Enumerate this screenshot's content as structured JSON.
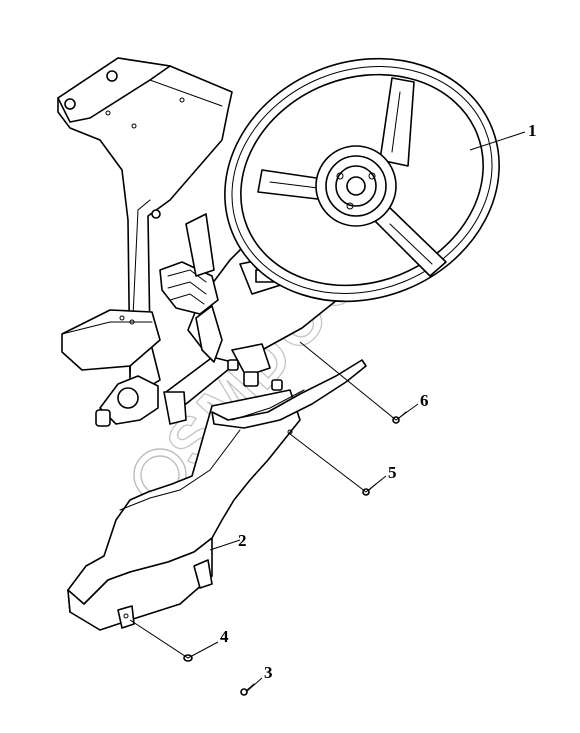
{
  "diagram": {
    "callouts": [
      "1",
      "2",
      "3",
      "4",
      "5",
      "6"
    ],
    "watermark": "SMDOOH"
  },
  "colors": {
    "line": "#000000",
    "background": "#ffffff",
    "watermark": "#c4c4c4"
  }
}
